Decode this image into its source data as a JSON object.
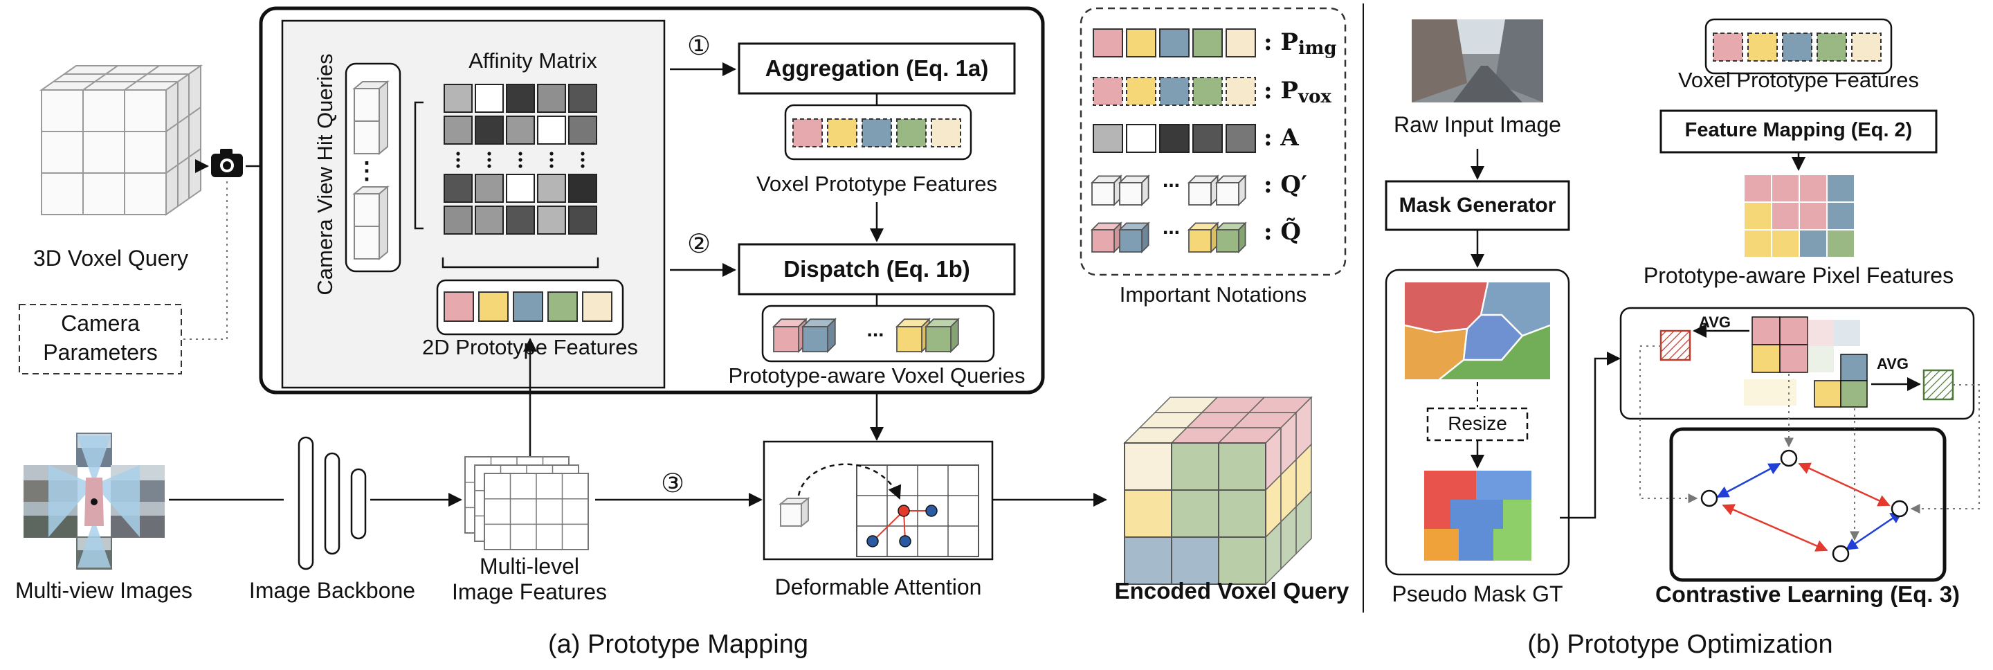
{
  "colors": {
    "pink": "#e6a9ad",
    "yellow": "#f5d778",
    "blue": "#7f9db3",
    "green": "#9ab883",
    "beige": "#f6e9cc",
    "panel": "#f2f2f2",
    "red_arrow": "#e23b2e",
    "blue_arrow": "#1f3fd6"
  },
  "panel_a": {
    "voxel_query_label": "3D Voxel Query",
    "camera_params_label": "Camera\nParameters",
    "camera_icon": "camera-icon",
    "hit_queries_label": "Camera View Hit Queries",
    "affinity_label": "Affinity Matrix",
    "proto2d_label": "2D Prototype Features",
    "step1": "①",
    "step2": "②",
    "step3": "③",
    "aggregation_label": "Aggregation (Eq. 1a)",
    "voxel_proto_label": "Voxel Prototype Features",
    "dispatch_label": "Dispatch (Eq. 1b)",
    "proto_voxel_queries_label": "Prototype-aware Voxel Queries",
    "ellipsis": "...",
    "vdots": "⋮",
    "multiview_label": "Multi-view Images",
    "backbone_label": "Image Backbone",
    "features_label": "Multi-level\nImage Features",
    "deform_label": "Deformable Attention",
    "encoded_label": "Encoded Voxel Query",
    "caption": "(a) Prototype Mapping"
  },
  "notations": {
    "title": "Important Notations",
    "p_img_main": "P",
    "p_img_sub": "img",
    "p_vox_main": "P",
    "p_vox_sub": "vox",
    "a": "A",
    "q_prime": "Q′",
    "q_tilde": "Q̃",
    "ellipsis": "..."
  },
  "panel_b": {
    "raw_input_label": "Raw Input Image",
    "mask_generator_label": "Mask Generator",
    "resize_label": "Resize",
    "pseudo_mask_label": "Pseudo Mask GT",
    "voxel_proto_label": "Voxel Prototype Features",
    "feature_mapping_label": "Feature Mapping (Eq. 2)",
    "pixel_features_label": "Prototype-aware Pixel Features",
    "avg_label": "AVG",
    "contrastive_label": "Contrastive Learning (Eq. 3)",
    "caption": "(b) Prototype Optimization"
  }
}
